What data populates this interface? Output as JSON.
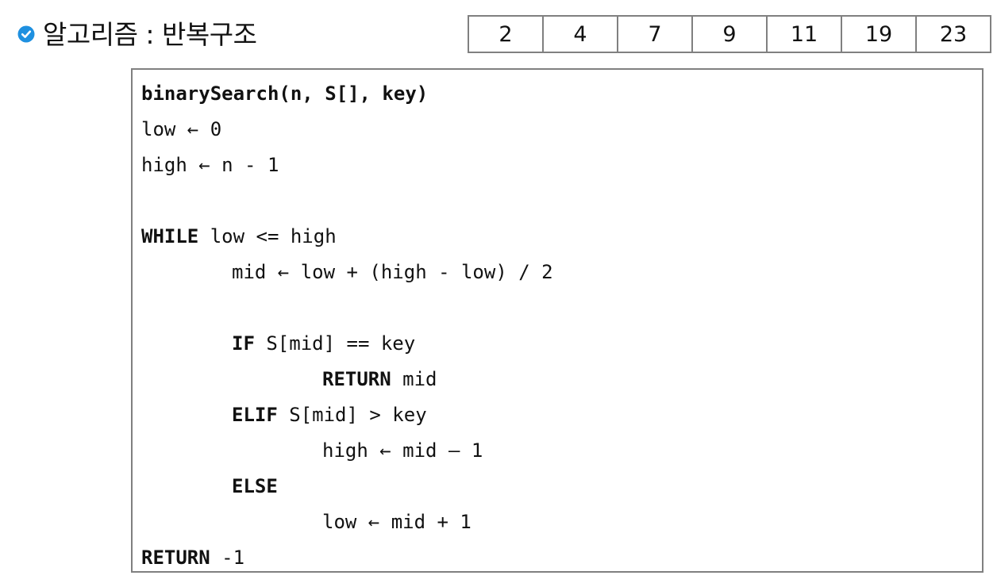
{
  "header": {
    "icon": "check-circle-icon",
    "icon_color": "#1e90e0",
    "title": "알고리즘 : 반복구조"
  },
  "array": {
    "values": [
      "2",
      "4",
      "7",
      "9",
      "11",
      "19",
      "23"
    ]
  },
  "code": {
    "signature": "binarySearch(n, S[], key)",
    "line_low_init": "low ← 0",
    "line_high_init": "high ← n - 1",
    "while_kw": "WHILE",
    "while_cond": " low <= high",
    "line_mid": "mid ← low + (high - low) / 2",
    "if_kw": "IF",
    "if_cond": " S[mid] == key",
    "return_kw_inner": "RETURN",
    "return_inner_val": " mid",
    "elif_kw": "ELIF",
    "elif_cond": " S[mid] > key",
    "line_high_update": "high ← mid – 1",
    "else_kw": "ELSE",
    "line_low_update": "low ← mid + 1",
    "return_kw_outer": "RETURN",
    "return_outer_val": " -1"
  }
}
